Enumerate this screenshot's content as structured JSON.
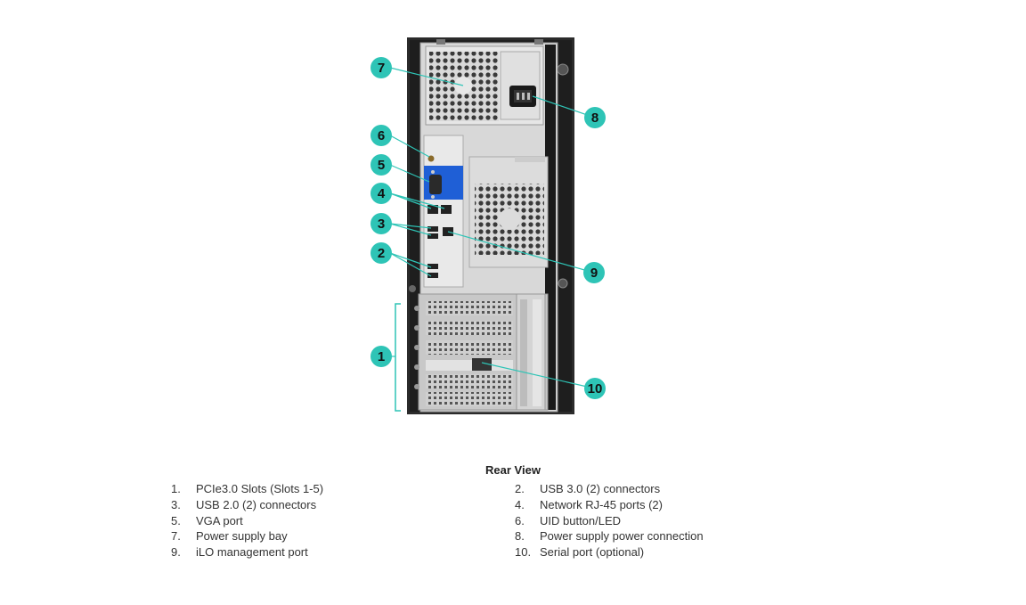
{
  "caption": "Rear View",
  "accent_color": "#2ec4b6",
  "callout_labels": [
    "1",
    "2",
    "3",
    "4",
    "5",
    "6",
    "7",
    "8",
    "9",
    "10"
  ],
  "legend_left": [
    {
      "num": "1.",
      "label": "PCIe3.0 Slots (Slots 1-5)"
    },
    {
      "num": "3.",
      "label": "USB 2.0 (2) connectors"
    },
    {
      "num": "5.",
      "label": "VGA port"
    },
    {
      "num": "7.",
      "label": "Power supply bay"
    },
    {
      "num": "9.",
      "label": "iLO management port"
    }
  ],
  "legend_right": [
    {
      "num": "2.",
      "label": "USB 3.0 (2) connectors"
    },
    {
      "num": "4.",
      "label": "Network RJ-45 ports (2)"
    },
    {
      "num": "6.",
      "label": "UID button/LED"
    },
    {
      "num": "8.",
      "label": "Power supply power connection"
    },
    {
      "num": "10.",
      "label": "Serial port (optional)"
    }
  ]
}
